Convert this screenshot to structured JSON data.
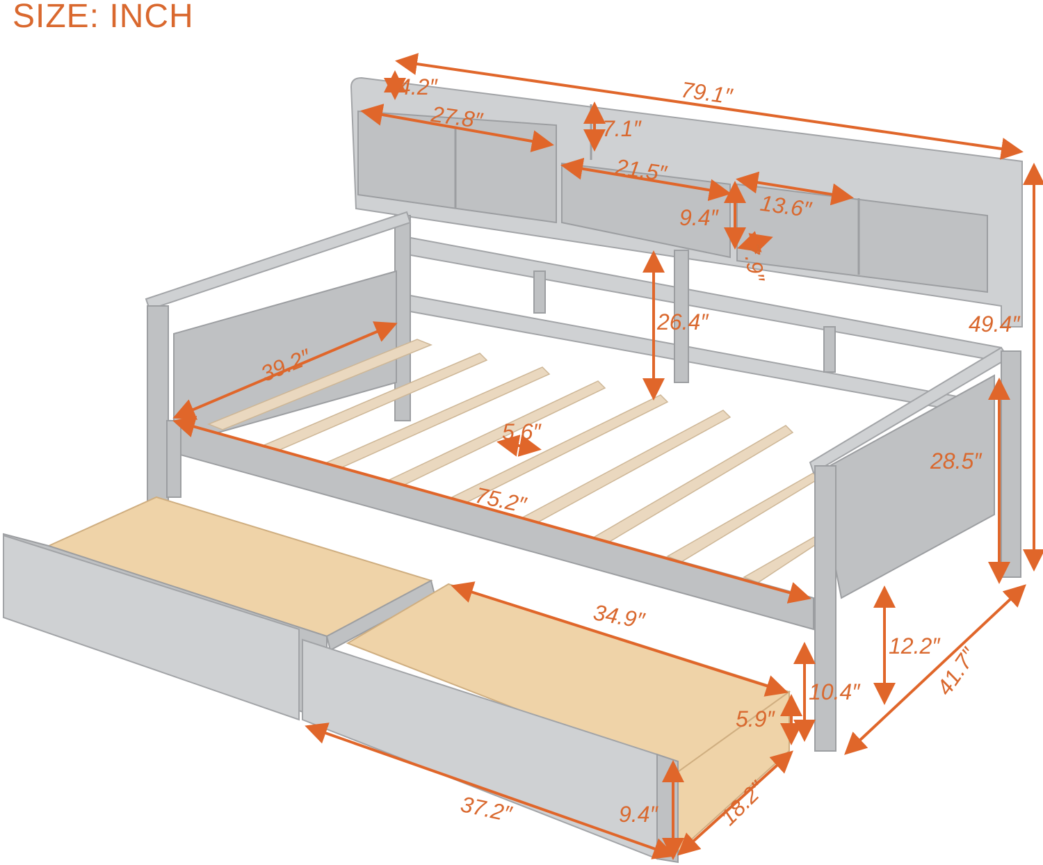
{
  "title": "SIZE: INCH",
  "colors": {
    "dimension": "#e0662a",
    "frame": "#bfc1c3",
    "wood": "#efd3a8"
  },
  "dimensions": {
    "headboard_width": "79.1″",
    "top_shelf_height": "4.2″",
    "left_shelf_width": "27.8″",
    "middle_top_height": "7.1″",
    "middle_shelf_width": "21.5″",
    "right_compartment_height": "9.4″",
    "right_compartment_width": "13.6″",
    "shelf_depth": "7.9″",
    "total_height": "49.4″",
    "back_rail_height": "26.4″",
    "side_length": "39.2″",
    "slat_gap": "5.6″",
    "inner_length": "75.2″",
    "armrest_height": "28.5″",
    "under_bed_clearance": "12.2″",
    "total_depth": "41.7″",
    "drawer_clearance": "10.4″",
    "drawer_inner_length": "34.9″",
    "drawer_inner_height": "5.9″",
    "drawer_length": "37.2″",
    "drawer_height": "9.4″",
    "drawer_depth": "18.2″"
  }
}
